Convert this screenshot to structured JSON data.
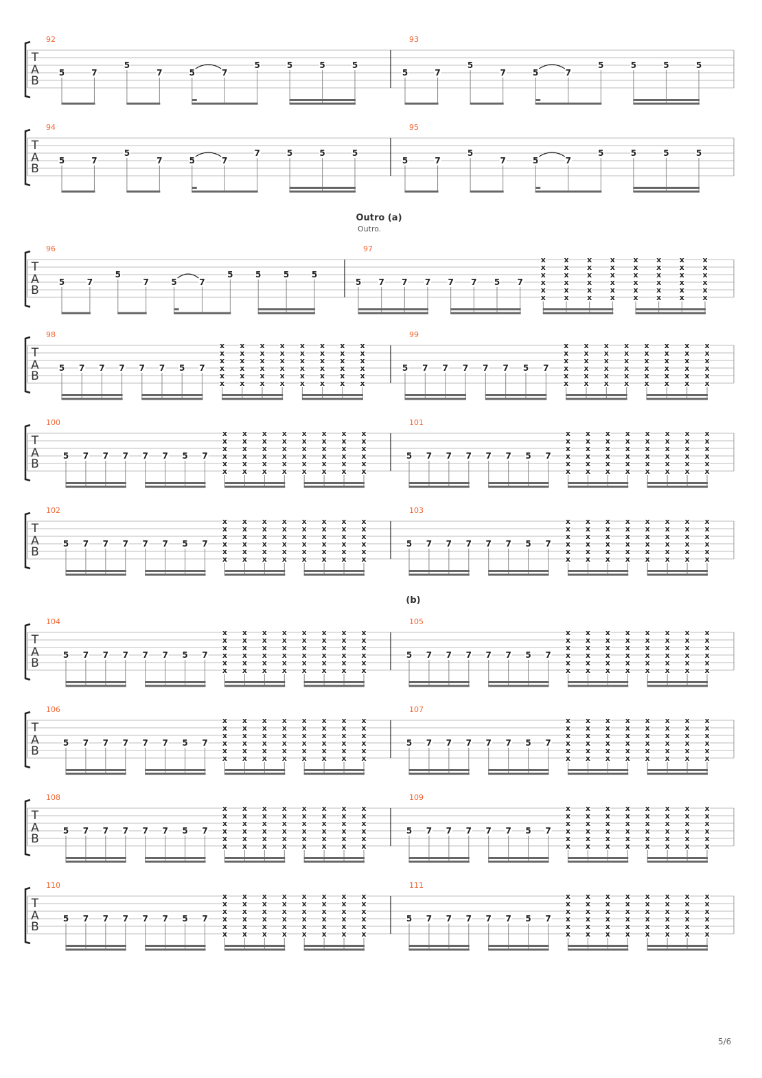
{
  "colors": {
    "measure_number": "#f26430",
    "staff_line": "#bcbcbc",
    "text": "#222222"
  },
  "tab_clef": [
    "T",
    "A",
    "B"
  ],
  "sections": [
    {
      "title": "Outro (a)",
      "subtitle": "Outro."
    },
    {
      "title": "(b)"
    }
  ],
  "page_number": "5/6",
  "patterns": {},
  "systems": [
    {
      "measures": [
        {
          "number": "92",
          "frets": [
            "5",
            "7",
            "5",
            "7",
            "5",
            "7",
            "5",
            "5",
            "5",
            "5"
          ],
          "strings": [
            4,
            4,
            3,
            4,
            4,
            4,
            3,
            3,
            3,
            3
          ],
          "ties": [
            [
              4,
              5
            ]
          ],
          "beams": [
            [
              0,
              1,
              1
            ],
            [
              2,
              3,
              1
            ],
            [
              4,
              6,
              1
            ],
            [
              7,
              9,
              2
            ]
          ],
          "stubs": [
            4
          ]
        },
        {
          "number": "93",
          "frets": [
            "5",
            "7",
            "5",
            "7",
            "5",
            "7",
            "5",
            "5",
            "5",
            "5"
          ],
          "strings": [
            4,
            4,
            3,
            4,
            4,
            4,
            3,
            3,
            3,
            3
          ],
          "ties": [
            [
              4,
              5
            ]
          ],
          "beams": [
            [
              0,
              1,
              1
            ],
            [
              2,
              3,
              1
            ],
            [
              4,
              6,
              1
            ],
            [
              7,
              9,
              2
            ]
          ],
          "stubs": [
            4
          ]
        }
      ]
    },
    {
      "measures": [
        {
          "number": "94",
          "frets": [
            "5",
            "7",
            "5",
            "7",
            "5",
            "7",
            "7",
            "5",
            "5",
            "5"
          ],
          "strings": [
            4,
            4,
            3,
            4,
            4,
            4,
            3,
            3,
            3,
            3
          ],
          "ties": [
            [
              4,
              5
            ]
          ],
          "beams": [
            [
              0,
              1,
              1
            ],
            [
              2,
              3,
              1
            ],
            [
              4,
              6,
              1
            ],
            [
              7,
              9,
              2
            ]
          ],
          "stubs": [
            4
          ]
        },
        {
          "number": "95",
          "frets": [
            "5",
            "7",
            "5",
            "7",
            "5",
            "7",
            "5",
            "5",
            "5",
            "5"
          ],
          "strings": [
            4,
            4,
            3,
            4,
            4,
            4,
            3,
            3,
            3,
            3
          ],
          "ties": [
            [
              4,
              5
            ]
          ],
          "beams": [
            [
              0,
              1,
              1
            ],
            [
              2,
              3,
              1
            ],
            [
              4,
              6,
              1
            ],
            [
              7,
              9,
              2
            ]
          ],
          "stubs": [
            4
          ]
        }
      ]
    },
    {
      "section": 0,
      "measures": [
        {
          "number": "96",
          "frets": [
            "5",
            "7",
            "5",
            "7",
            "5",
            "7",
            "5",
            "5",
            "5",
            "5"
          ],
          "strings": [
            4,
            4,
            3,
            4,
            4,
            4,
            3,
            3,
            3,
            3
          ],
          "ties": [
            [
              4,
              5
            ]
          ],
          "beams": [
            [
              0,
              1,
              1
            ],
            [
              2,
              3,
              1
            ],
            [
              4,
              6,
              1
            ],
            [
              7,
              9,
              2
            ]
          ],
          "stubs": [
            4
          ]
        },
        {
          "number": "97",
          "riff": true
        }
      ]
    },
    {
      "measures": [
        {
          "number": "98",
          "riff": true
        },
        {
          "number": "99",
          "riff": true
        }
      ]
    },
    {
      "measures": [
        {
          "number": "100",
          "riff": true
        },
        {
          "number": "101",
          "riff": true
        }
      ]
    },
    {
      "measures": [
        {
          "number": "102",
          "riff": true
        },
        {
          "number": "103",
          "riff": true
        }
      ]
    },
    {
      "section": 1,
      "measures": [
        {
          "number": "104",
          "riff": true
        },
        {
          "number": "105",
          "riff": true
        }
      ]
    },
    {
      "measures": [
        {
          "number": "106",
          "riff": true
        },
        {
          "number": "107",
          "riff": true
        }
      ]
    },
    {
      "measures": [
        {
          "number": "108",
          "riff": true
        },
        {
          "number": "109",
          "riff": true
        }
      ]
    },
    {
      "measures": [
        {
          "number": "110",
          "riff": true
        },
        {
          "number": "111",
          "riff": true
        }
      ]
    }
  ],
  "riff": {
    "frets": [
      "5",
      "7",
      "7",
      "7",
      "7",
      "7",
      "5",
      "7",
      "x",
      "x",
      "x",
      "x",
      "x",
      "x",
      "x",
      "x"
    ],
    "strings": [
      4,
      4,
      4,
      4,
      4,
      4,
      4,
      4,
      0,
      0,
      0,
      0,
      0,
      0,
      0,
      0
    ],
    "muted_label": "x",
    "beams": [
      [
        0,
        3,
        2
      ],
      [
        4,
        7,
        2
      ],
      [
        8,
        11,
        2
      ],
      [
        12,
        15,
        2
      ]
    ]
  }
}
